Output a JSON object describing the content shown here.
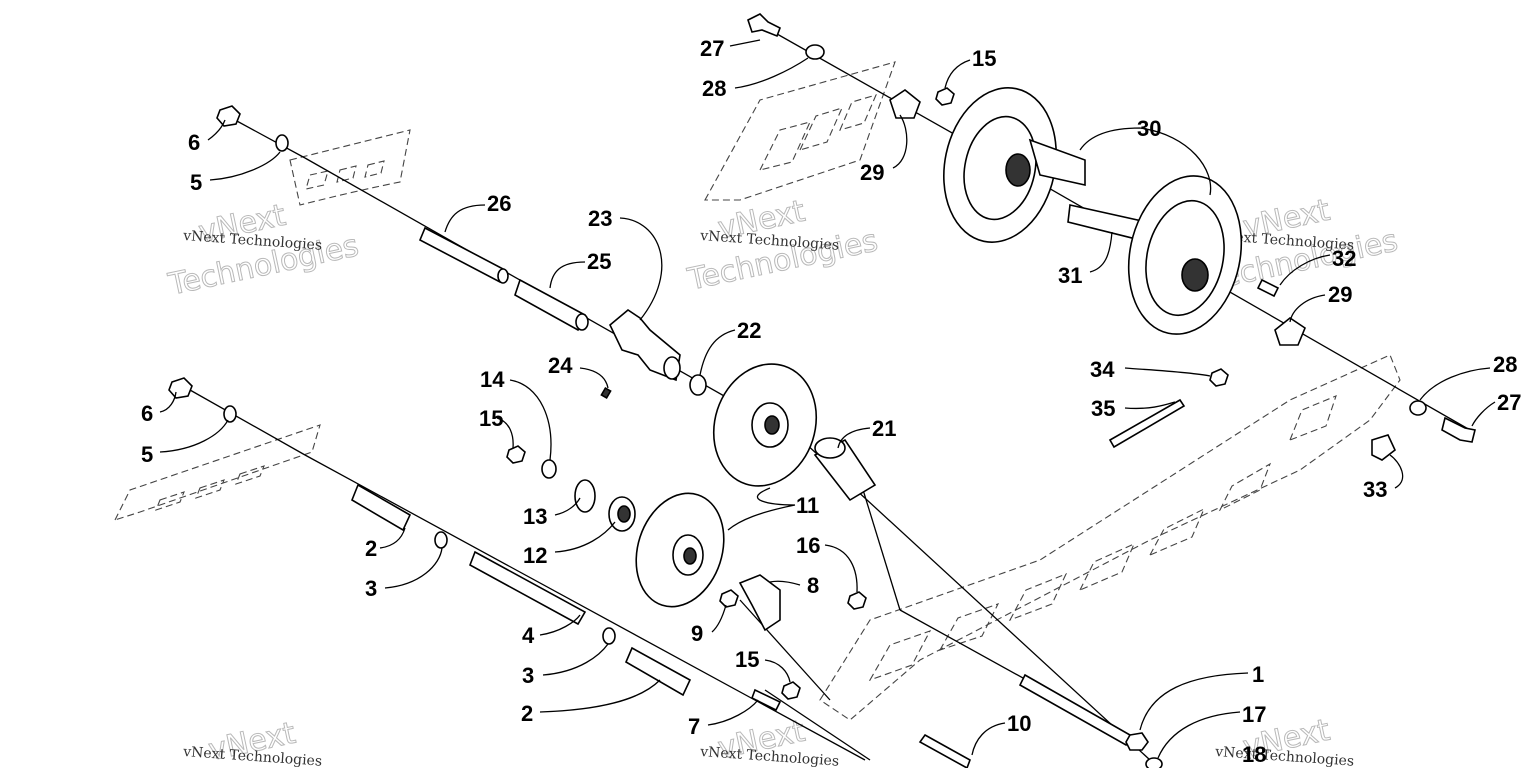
{
  "diagram": {
    "callouts": [
      {
        "id": "c27a",
        "text": "27"
      },
      {
        "id": "c28a",
        "text": "28"
      },
      {
        "id": "c15a",
        "text": "15"
      },
      {
        "id": "c30",
        "text": "30"
      },
      {
        "id": "c6a",
        "text": "6"
      },
      {
        "id": "c5a",
        "text": "5"
      },
      {
        "id": "c29a",
        "text": "29"
      },
      {
        "id": "c26",
        "text": "26"
      },
      {
        "id": "c23",
        "text": "23"
      },
      {
        "id": "c25",
        "text": "25"
      },
      {
        "id": "c32",
        "text": "32"
      },
      {
        "id": "c31",
        "text": "31"
      },
      {
        "id": "c29b",
        "text": "29"
      },
      {
        "id": "c22",
        "text": "22"
      },
      {
        "id": "c24",
        "text": "24"
      },
      {
        "id": "c14",
        "text": "14"
      },
      {
        "id": "c28b",
        "text": "28"
      },
      {
        "id": "c34",
        "text": "34"
      },
      {
        "id": "c6b",
        "text": "6"
      },
      {
        "id": "c15b",
        "text": "15"
      },
      {
        "id": "c27b",
        "text": "27"
      },
      {
        "id": "c35",
        "text": "35"
      },
      {
        "id": "c21",
        "text": "21"
      },
      {
        "id": "c5b",
        "text": "5"
      },
      {
        "id": "c33",
        "text": "33"
      },
      {
        "id": "c13",
        "text": "13"
      },
      {
        "id": "c11",
        "text": "11"
      },
      {
        "id": "c12",
        "text": "12"
      },
      {
        "id": "c2a",
        "text": "2"
      },
      {
        "id": "c16",
        "text": "16"
      },
      {
        "id": "c3a",
        "text": "3"
      },
      {
        "id": "c8",
        "text": "8"
      },
      {
        "id": "c4",
        "text": "4"
      },
      {
        "id": "c9",
        "text": "9"
      },
      {
        "id": "c3b",
        "text": "3"
      },
      {
        "id": "c1",
        "text": "1"
      },
      {
        "id": "c15c",
        "text": "15"
      },
      {
        "id": "c2b",
        "text": "2"
      },
      {
        "id": "c17",
        "text": "17"
      },
      {
        "id": "c7",
        "text": "7"
      },
      {
        "id": "c10",
        "text": "10"
      },
      {
        "id": "c18",
        "text": "18"
      }
    ]
  },
  "watermark": {
    "brand_large": "vNext",
    "brand_large2": "Technologies",
    "brand_small": "vNext Technologies"
  }
}
